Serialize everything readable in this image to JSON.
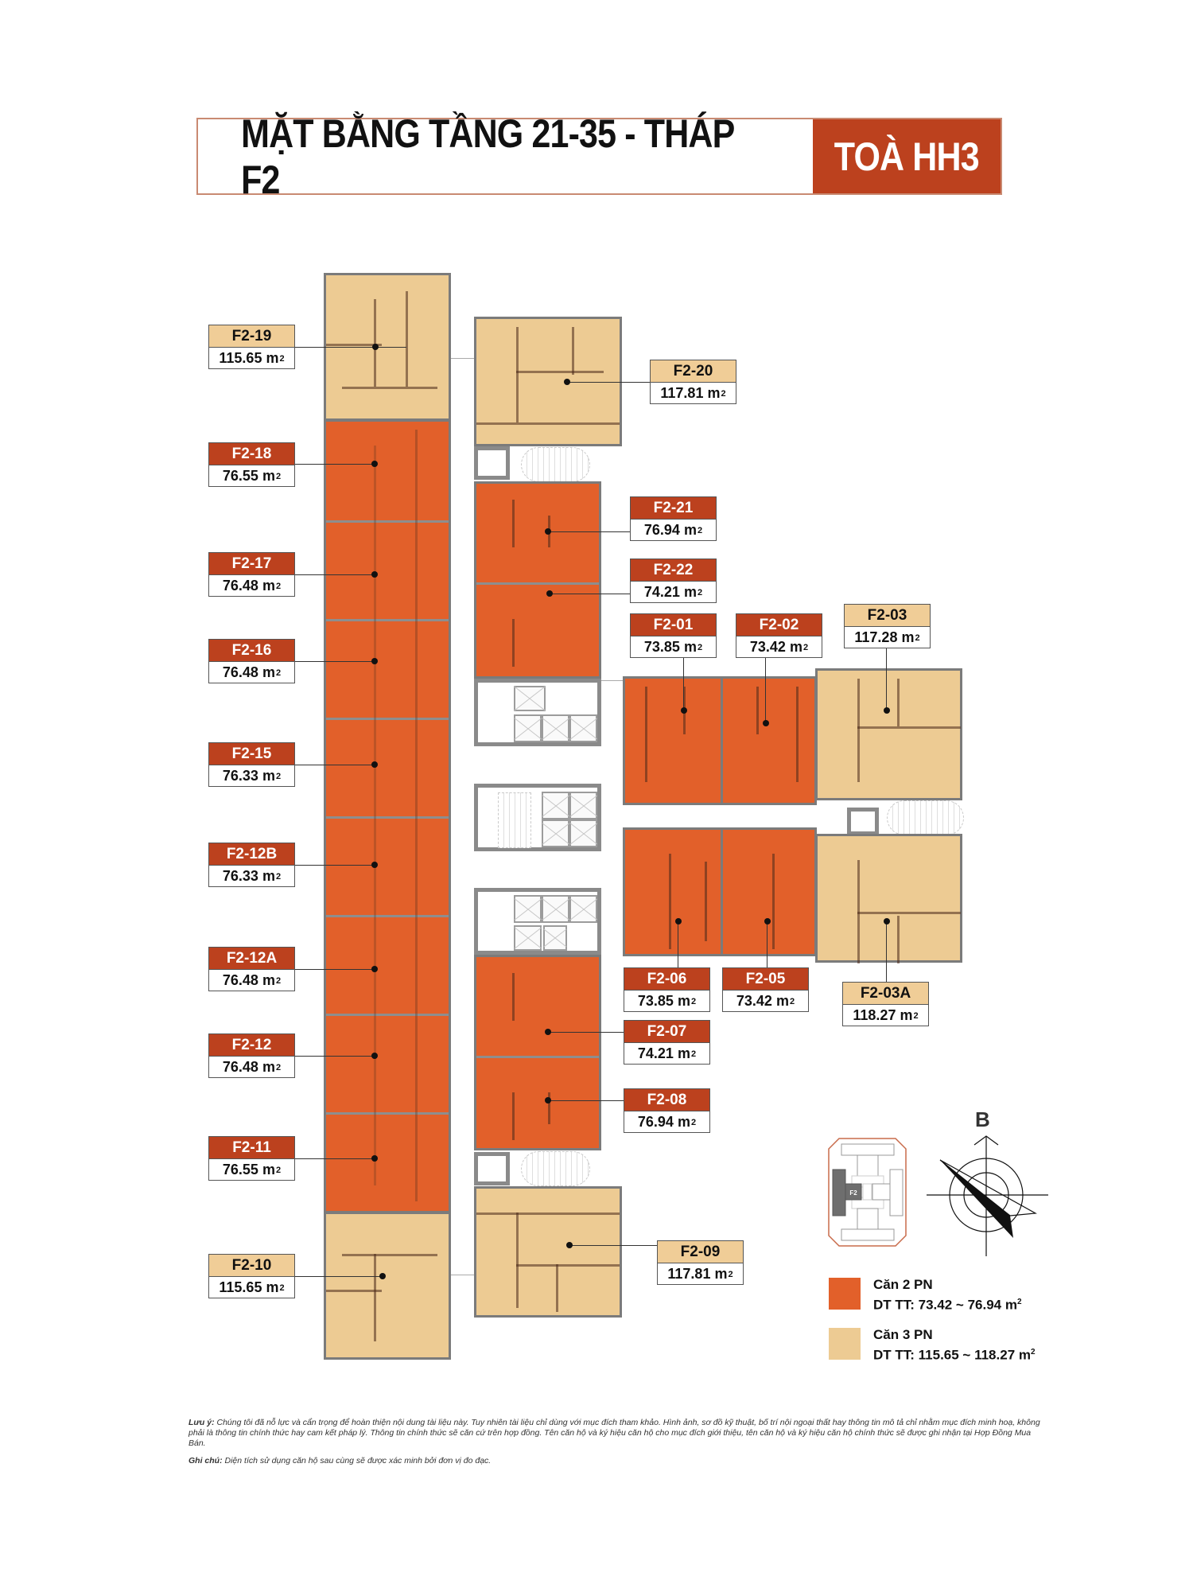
{
  "header": {
    "title": "MẶT BẰNG TẦNG 21-35 - THÁP F2",
    "tag": "TOÀ HH3"
  },
  "colors": {
    "unit_2pn": "#e2602a",
    "unit_3pn": "#edcb93",
    "label_2pn_header": "#bc411e",
    "label_3pn_header": "#f0cd97",
    "title_tag_bg": "#bc411e"
  },
  "area_unit": "m",
  "area_exp": "2",
  "units": [
    {
      "code": "F2-19",
      "area": "115.65",
      "type": "3PN"
    },
    {
      "code": "F2-18",
      "area": "76.55",
      "type": "2PN"
    },
    {
      "code": "F2-17",
      "area": "76.48",
      "type": "2PN"
    },
    {
      "code": "F2-16",
      "area": "76.48",
      "type": "2PN"
    },
    {
      "code": "F2-15",
      "area": "76.33",
      "type": "2PN"
    },
    {
      "code": "F2-12B",
      "area": "76.33",
      "type": "2PN"
    },
    {
      "code": "F2-12A",
      "area": "76.48",
      "type": "2PN"
    },
    {
      "code": "F2-12",
      "area": "76.48",
      "type": "2PN"
    },
    {
      "code": "F2-11",
      "area": "76.55",
      "type": "2PN"
    },
    {
      "code": "F2-10",
      "area": "115.65",
      "type": "3PN"
    },
    {
      "code": "F2-20",
      "area": "117.81",
      "type": "3PN"
    },
    {
      "code": "F2-21",
      "area": "76.94",
      "type": "2PN"
    },
    {
      "code": "F2-22",
      "area": "74.21",
      "type": "2PN"
    },
    {
      "code": "F2-01",
      "area": "73.85",
      "type": "2PN"
    },
    {
      "code": "F2-02",
      "area": "73.42",
      "type": "2PN"
    },
    {
      "code": "F2-03",
      "area": "117.28",
      "type": "3PN"
    },
    {
      "code": "F2-06",
      "area": "73.85",
      "type": "2PN"
    },
    {
      "code": "F2-05",
      "area": "73.42",
      "type": "2PN"
    },
    {
      "code": "F2-03A",
      "area": "118.27",
      "type": "3PN"
    },
    {
      "code": "F2-07",
      "area": "74.21",
      "type": "2PN"
    },
    {
      "code": "F2-08",
      "area": "76.94",
      "type": "2PN"
    },
    {
      "code": "F2-09",
      "area": "117.81",
      "type": "3PN"
    }
  ],
  "keyplan": {
    "tower_label": "F2"
  },
  "compass": {
    "north_label": "B"
  },
  "legend": [
    {
      "title": "Căn 2 PN",
      "range": "DT TT: 73.42 ~ 76.94 m",
      "exp": "2"
    },
    {
      "title": "Căn 3 PN",
      "range": "DT TT: 115.65 ~ 118.27 m",
      "exp": "2"
    }
  ],
  "footer": {
    "note_label": "Lưu ý:",
    "note_text": " Chúng tôi đã nỗ lực và cẩn trọng để hoàn thiện nội dung tài liệu này. Tuy nhiên tài liệu chỉ dùng với mục đích tham khảo. Hình ảnh, sơ đồ kỹ thuật, bố trí nội ngoại thất hay thông tin mô tả chỉ nhằm mục đích minh hoạ, không phải là thông tin chính thức hay cam kết pháp lý. Thông tin chính thức sẽ căn cứ trên hợp đồng. Tên căn hộ và ký hiệu căn hộ cho mục đích giới thiệu, tên căn hộ và ký hiệu căn hộ chính thức sẽ được ghi nhận tại Hợp Đồng Mua Bán.",
    "remark_label": "Ghi chú:",
    "remark_text": " Diện tích sử dụng căn hộ sau cùng sẽ được xác minh bởi đơn vị đo đạc."
  }
}
